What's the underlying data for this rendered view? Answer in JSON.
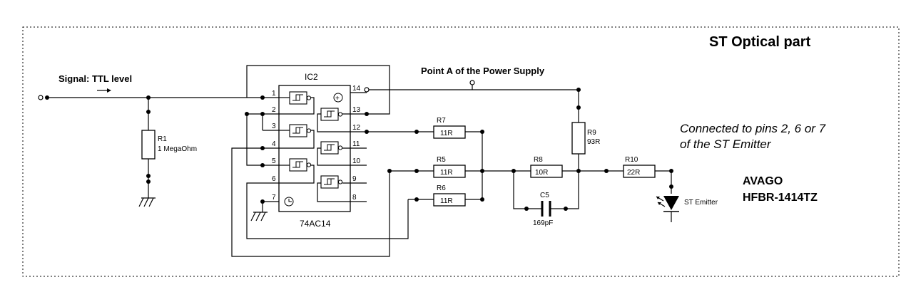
{
  "title": "ST Optical part",
  "signal_label": "Signal: TTL level",
  "power_label": "Point A of the Power Supply",
  "ic": {
    "ref": "IC2",
    "part": "74AC14",
    "pins": [
      "1",
      "2",
      "3",
      "4",
      "5",
      "6",
      "7",
      "8",
      "9",
      "10",
      "11",
      "12",
      "13",
      "14"
    ]
  },
  "components": {
    "r1": {
      "ref": "R1",
      "value": "1 MegaOhm"
    },
    "r5": {
      "ref": "R5",
      "value": "11R"
    },
    "r6": {
      "ref": "R6",
      "value": "11R"
    },
    "r7": {
      "ref": "R7",
      "value": "11R"
    },
    "r8": {
      "ref": "R8",
      "value": "10R"
    },
    "r9": {
      "ref": "R9",
      "value": "93R"
    },
    "r10": {
      "ref": "R10",
      "value": "22R"
    },
    "c5": {
      "ref": "C5",
      "value": "169pF"
    }
  },
  "emitter_label": "ST Emitter",
  "note": {
    "line1": "Connected to pins 2, 6 or 7",
    "line2": "of the ST Emitter"
  },
  "avago": {
    "line1": "AVAGO",
    "line2": "HFBR-1414TZ"
  },
  "icons": [
    "schmitt-inverter-icon",
    "ground-icon",
    "vcc-plus-icon",
    "gnd-symbol-icon",
    "led-icon"
  ]
}
